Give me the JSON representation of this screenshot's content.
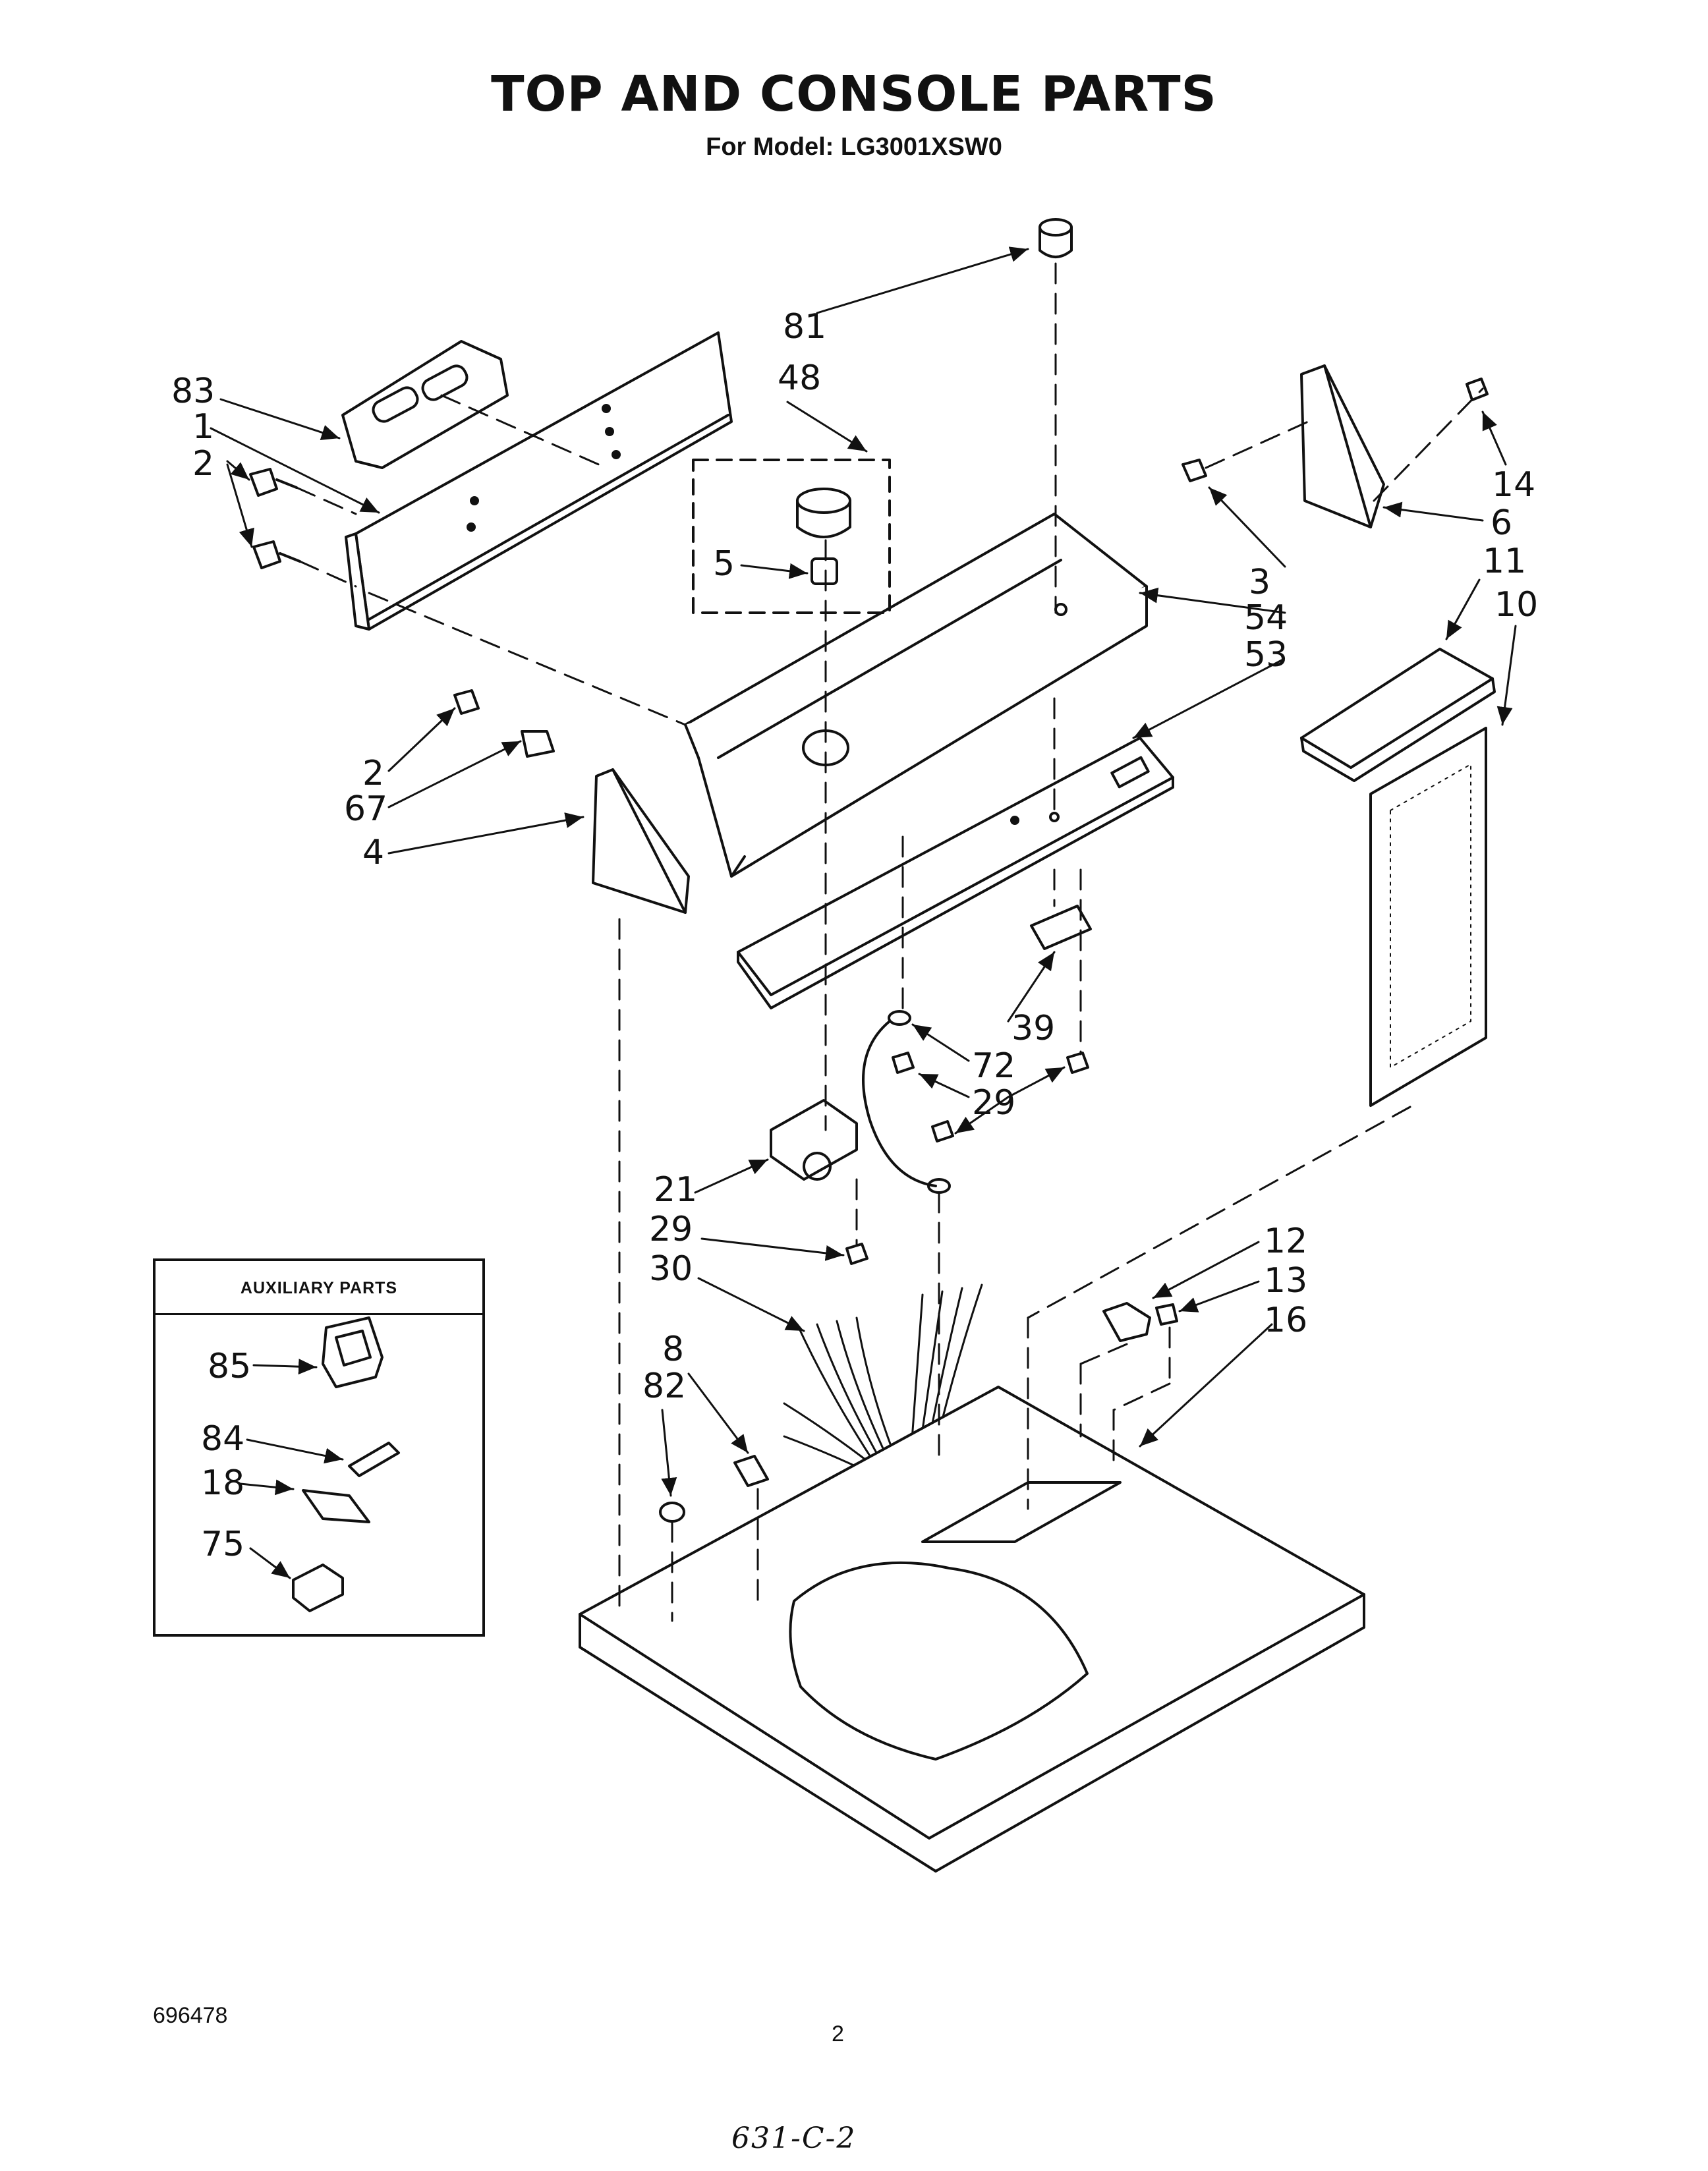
{
  "header": {
    "title": "TOP AND CONSOLE PARTS",
    "model_line": "For Model: LG3001XSW0"
  },
  "auxiliary": {
    "title": "AUXILIARY PARTS",
    "callouts": [
      "85",
      "84",
      "18",
      "75"
    ]
  },
  "callouts": {
    "c81": "81",
    "c83": "83",
    "c48": "48",
    "c1": "1",
    "c2a": "2",
    "c5": "5",
    "c14": "14",
    "c6": "6",
    "c3": "3",
    "c54": "54",
    "c11": "11",
    "c10": "10",
    "c53": "53",
    "c2b": "2",
    "c67": "67",
    "c4": "4",
    "c39": "39",
    "c72": "72",
    "c29a": "29",
    "c21": "21",
    "c29b": "29",
    "c30": "30",
    "c12": "12",
    "c13": "13",
    "c8": "8",
    "c16": "16",
    "c82": "82"
  },
  "footer": {
    "doc_number": "696478",
    "page_number": "2",
    "handwritten": "631-C-2"
  }
}
